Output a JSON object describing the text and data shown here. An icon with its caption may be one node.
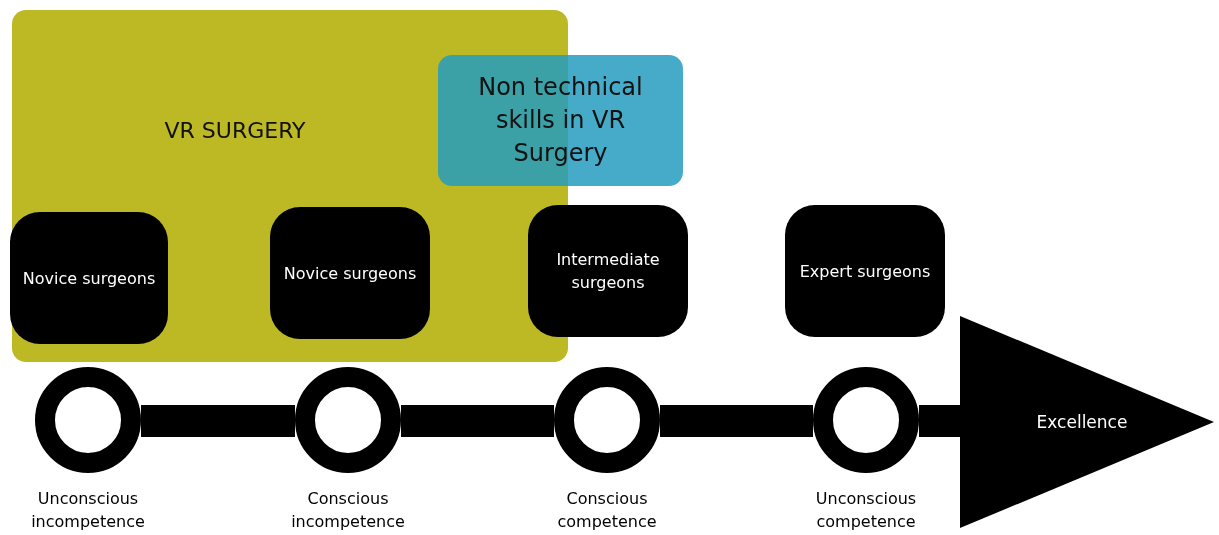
{
  "diagram": {
    "nodes": [
      {
        "text": [
          "VR SURGERY"
        ]
      },
      {
        "text": [
          "Non technical skills in VR Surgery"
        ]
      },
      {
        "text": [
          "Novice surgeons"
        ],
        "in": 0
      },
      {
        "text": [
          "Novice surgeons"
        ],
        "in": 0
      },
      {
        "text": [
          "Intermediate surgeons"
        ]
      },
      {
        "text": [
          "Expert surgeons"
        ]
      },
      {
        "text": [],
        "shape": "circle",
        "beside": [
          "Unconscious incompetence"
        ]
      },
      {
        "text": [],
        "shape": "circle",
        "beside": [
          "Conscious incompetence"
        ]
      },
      {
        "text": [],
        "shape": "circle",
        "beside": [
          "Conscious competence"
        ]
      },
      {
        "text": [],
        "shape": "circle",
        "beside": [
          "Unconscious competence"
        ]
      },
      {
        "text": [
          "Excellence"
        ]
      }
    ],
    "edges": [
      {
        "from": 6,
        "to": 7,
        "arrow": "none"
      },
      {
        "from": 7,
        "to": 8,
        "arrow": "none"
      },
      {
        "from": 8,
        "to": 9,
        "arrow": "none"
      },
      {
        "from": 9,
        "to": 10,
        "arrow": "none"
      }
    ]
  }
}
